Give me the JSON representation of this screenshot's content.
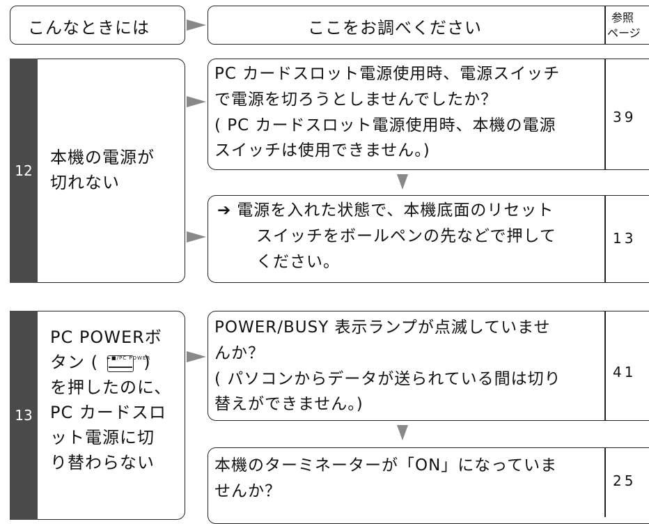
{
  "header": {
    "col1": "こんなときには",
    "col2": "ここをお調べください",
    "col3_line1": "参照",
    "col3_line2": "ページ"
  },
  "sections": [
    {
      "number": "12",
      "condition_lines": [
        "本機の電源が",
        "切れない"
      ],
      "causes": [
        {
          "lines": [
            "PC カードスロット電源使用時、電源スイッチ",
            "で電源を切ろうとしませんでしたか？",
            "( PC カードスロット電源使用時、本機の電源",
            "スイッチは使用できません。)"
          ],
          "page": "39"
        },
        {
          "arrow": "➔",
          "lines": [
            "電源を入れた状態で、本機底面のリセット",
            "スイッチをボールペンの先などで押して",
            "ください。"
          ],
          "page": "13"
        }
      ]
    },
    {
      "number": "13",
      "condition_lines": [
        "PC POWERボ",
        "タン (",
        ")",
        "を押したのに、",
        "PC カードスロ",
        "ット電源に切",
        "り替わらない"
      ],
      "button_label": "►■/PC POWER",
      "causes": [
        {
          "lines": [
            "POWER/BUSY 表示ランプが点滅していませ",
            "んか？",
            "( パソコンからデータが送られている間は切り",
            "替えができません。)"
          ],
          "page": "41"
        },
        {
          "lines": [
            "本機のターミネーターが「ON」になっていま",
            "せんか？"
          ],
          "page": "25"
        }
      ]
    }
  ]
}
